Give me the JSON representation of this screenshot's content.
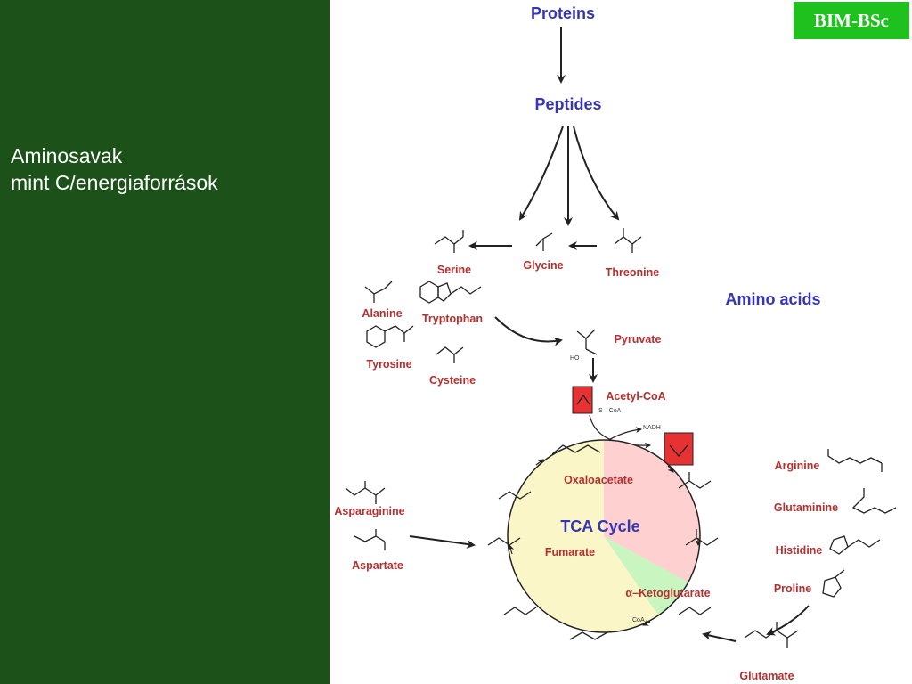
{
  "sidebar": {
    "title_line1": "Aminosavak",
    "title_line2": "mint C/energiaforrások"
  },
  "badge": {
    "label": "BIM-BSc"
  },
  "diagram": {
    "proteins": "Proteins",
    "peptides": "Peptides",
    "amino_acids": "Amino acids",
    "tca_cycle": "TCA Cycle",
    "serine": "Serine",
    "glycine": "Glycine",
    "threonine": "Threonine",
    "alanine": "Alanine",
    "tryptophan": "Tryptophan",
    "tyrosine": "Tyrosine",
    "cysteine": "Cysteine",
    "pyruvate": "Pyruvate",
    "acetyl_coa": "Acetyl-CoA",
    "nadh": "NADH",
    "oxaloacetate": "Oxaloacetate",
    "fumarate": "Fumarate",
    "ketoglutarate": "α–Ketoglutarate",
    "asparaginine": "Asparaginine",
    "aspartate": "Aspartate",
    "arginine": "Arginine",
    "glutaminine": "Glutaminine",
    "histidine": "Histidine",
    "proline": "Proline",
    "glutamate": "Glutamate",
    "scoa": "S—CoA",
    "coa": "CoA",
    "ho": "HO"
  },
  "colors": {
    "sidebar_bg": "#1c5219",
    "badge_bg": "#1fc11f",
    "label_blue": "#3535b5",
    "label_red": "#b53030",
    "tca_yellow": "#fbf6c7",
    "tca_pink": "#ffd0d0",
    "tca_green": "#c8f5c0",
    "highlight_red": "#e63232"
  }
}
